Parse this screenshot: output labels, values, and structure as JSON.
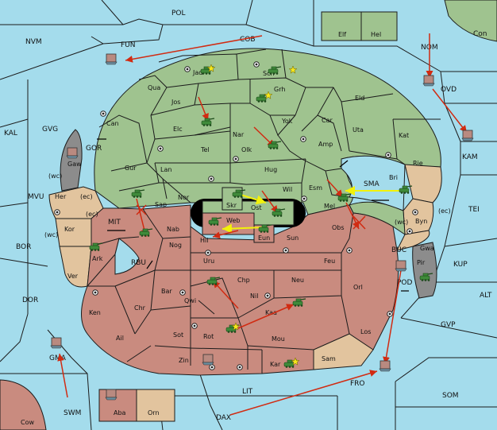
{
  "colors": {
    "sea": "#a4dcec",
    "green": "#9fc38f",
    "red": "#c98b7f",
    "neutral": "#e2c49e",
    "grey": "#8c8c8c",
    "order_red": "#d12b12",
    "support_yellow": "#f2f20a",
    "star": "#f5e61b"
  },
  "sea_labels": {
    "pol": "POL",
    "nvm": "NVM",
    "fun": "FUN",
    "cob": "COB",
    "nom": "NOM",
    "ovd": "OVD",
    "kam": "KAM",
    "kal": "KAL",
    "gvg": "GVG",
    "gor": "GOR",
    "mvu": "MVU",
    "bor": "BOR",
    "mit": "MIT",
    "rbu": "RBU",
    "dor": "DOR",
    "tei": "TEI",
    "sma": "SMA",
    "buc": "BUC",
    "kup": "KUP",
    "alt": "ALT",
    "pod": "POD",
    "gvp": "GVP",
    "som": "SOM",
    "swm": "SWM",
    "gma": "GMA",
    "fro": "FRO",
    "lit": "LIT",
    "dax": "DAX"
  },
  "land_labels": {
    "elf": "Elf",
    "hel": "Hel",
    "con": "Con",
    "jad": "Jad",
    "sch": "Sch",
    "qua": "Qua",
    "grh": "Grh",
    "jos": "Jos",
    "eld": "Eld",
    "can": "Can",
    "elc": "Elc",
    "nar": "Nar",
    "yok": "Yok",
    "car": "Car",
    "uta": "Uta",
    "kat": "Kat",
    "tel": "Tel",
    "olk": "Olk",
    "amp": "Amp",
    "gur": "Gur",
    "lan": "Lan",
    "hug": "Hug",
    "rie": "Rie",
    "bri": "Bri",
    "gaw": "Gaw",
    "nor": "Nor",
    "skr": "Skr",
    "wil": "Wil",
    "esm": "Esm",
    "her": "Her",
    "sap": "Sap",
    "ost": "Ost",
    "mel": "Mel",
    "byn": "Byn",
    "web": "Web",
    "kor": "Kor",
    "nab": "Nab",
    "hil": "Hil",
    "eun": "Eun",
    "sun": "Sun",
    "obs": "Obs",
    "gwa": "Gwa",
    "nog": "Nog",
    "uru": "Uru",
    "feu": "Feu",
    "pir": "Pir",
    "ark": "Ark",
    "ver": "Ver",
    "chp": "Chp",
    "neu": "Neu",
    "orl": "Orl",
    "bar": "Bar",
    "qwi": "Qwi",
    "nil": "Nil",
    "ken": "Ken",
    "chr": "Chr",
    "kaa": "Kaa",
    "los": "Los",
    "sot": "Sot",
    "rot": "Rot",
    "mou": "Mou",
    "ail": "Ail",
    "zin": "Zin",
    "kar": "Kar",
    "sam": "Sam",
    "aba": "Aba",
    "orn": "Orn",
    "cow": "Cow"
  },
  "coast_labels": {
    "wc1": "(wc)",
    "ec1": "(ec)",
    "ec2": "(ec)",
    "wc2": "(wc)",
    "wc3": "(wc)",
    "ec3": "(ec)"
  },
  "units": {
    "army": "army-icon",
    "fleet": "fleet-icon",
    "supply_center": "supply-center-dot",
    "dislodged": "star-icon"
  }
}
